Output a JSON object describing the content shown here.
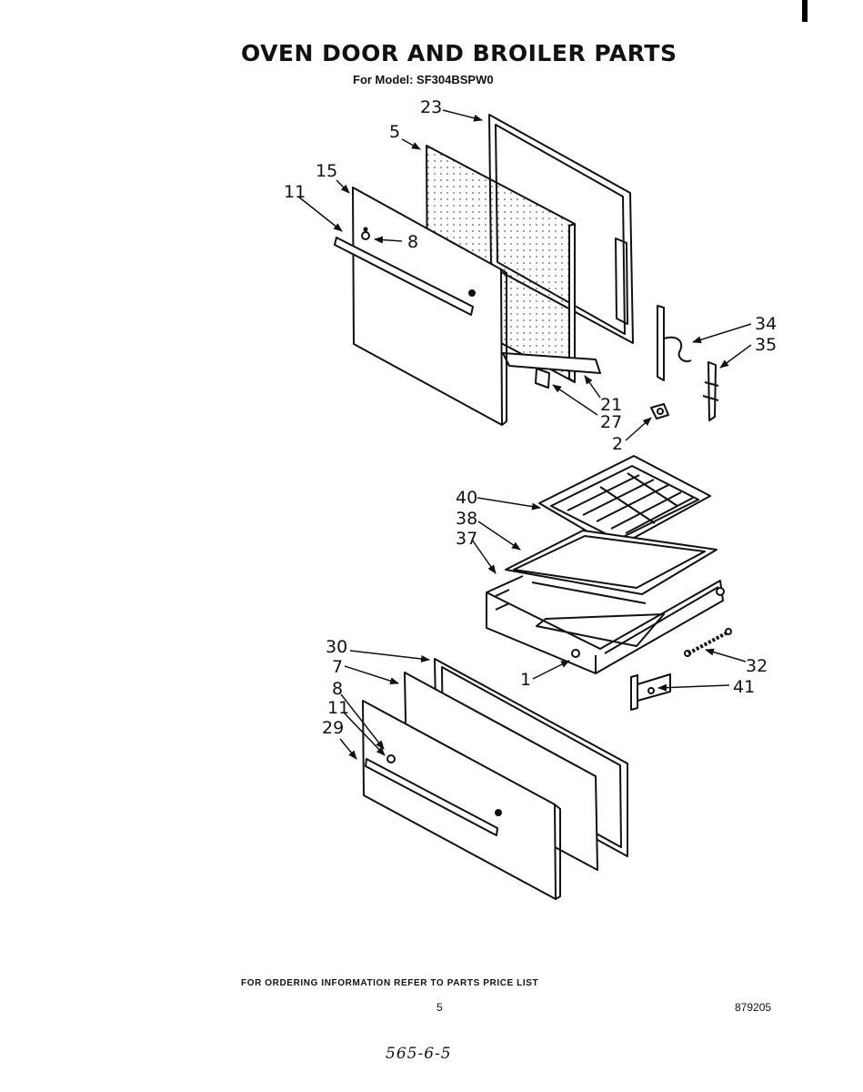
{
  "title": "OVEN DOOR AND BROILER PARTS",
  "subtitle": "For Model: SF304BSPW0",
  "callouts": {
    "c23": "23",
    "c5": "5",
    "c15": "15",
    "c11": "11",
    "c8": "8",
    "c34": "34",
    "c35": "35",
    "c21": "21",
    "c27": "27",
    "c2": "2",
    "c40": "40",
    "c38": "38",
    "c37": "37",
    "c30": "30",
    "c7": "7",
    "c8b": "8",
    "c11b": "11",
    "c29": "29",
    "c1": "1",
    "c32": "32",
    "c41": "41"
  },
  "footer": {
    "ordering_note": "FOR ORDERING INFORMATION REFER TO PARTS PRICE LIST",
    "page_number": "5",
    "doc_code": "879205",
    "handwritten": "565-6-5"
  }
}
